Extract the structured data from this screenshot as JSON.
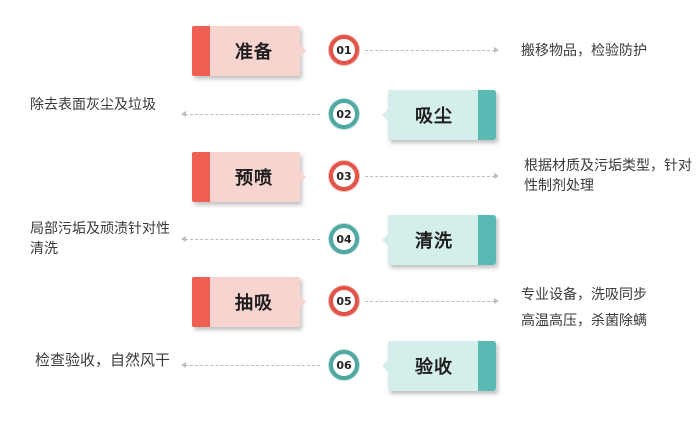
{
  "diagram": {
    "title": "",
    "steps": [
      {
        "number": "01",
        "label": "准备",
        "side": "left",
        "color": "red",
        "description": "搬移物品，检验防护"
      },
      {
        "number": "02",
        "label": "吸尘",
        "side": "right",
        "color": "teal",
        "description": "除去表面灰尘及垃圾"
      },
      {
        "number": "03",
        "label": "预喷",
        "side": "left",
        "color": "red",
        "description": "根据材质及污垢类型，针对性制剂处理"
      },
      {
        "number": "04",
        "label": "清洗",
        "side": "right",
        "color": "teal",
        "description": "局部污垢及顽渍针对性清洗"
      },
      {
        "number": "05",
        "label": "抽吸",
        "side": "left",
        "color": "red",
        "description_lines": [
          "专业设备，洗吸同步",
          "高温高压，杀菌除螨"
        ]
      },
      {
        "number": "06",
        "label": "验收",
        "side": "right",
        "color": "teal",
        "description": "检查验收，自然风干"
      }
    ]
  },
  "colors": {
    "red_bar": "#f06052",
    "red_fill": "#f8d4d0",
    "red_ring": "#e0544a",
    "teal_bar": "#5ab9b3",
    "teal_fill": "#d3eeeb",
    "teal_ring": "#4fa8a2",
    "connector": "#bdbdbd"
  }
}
